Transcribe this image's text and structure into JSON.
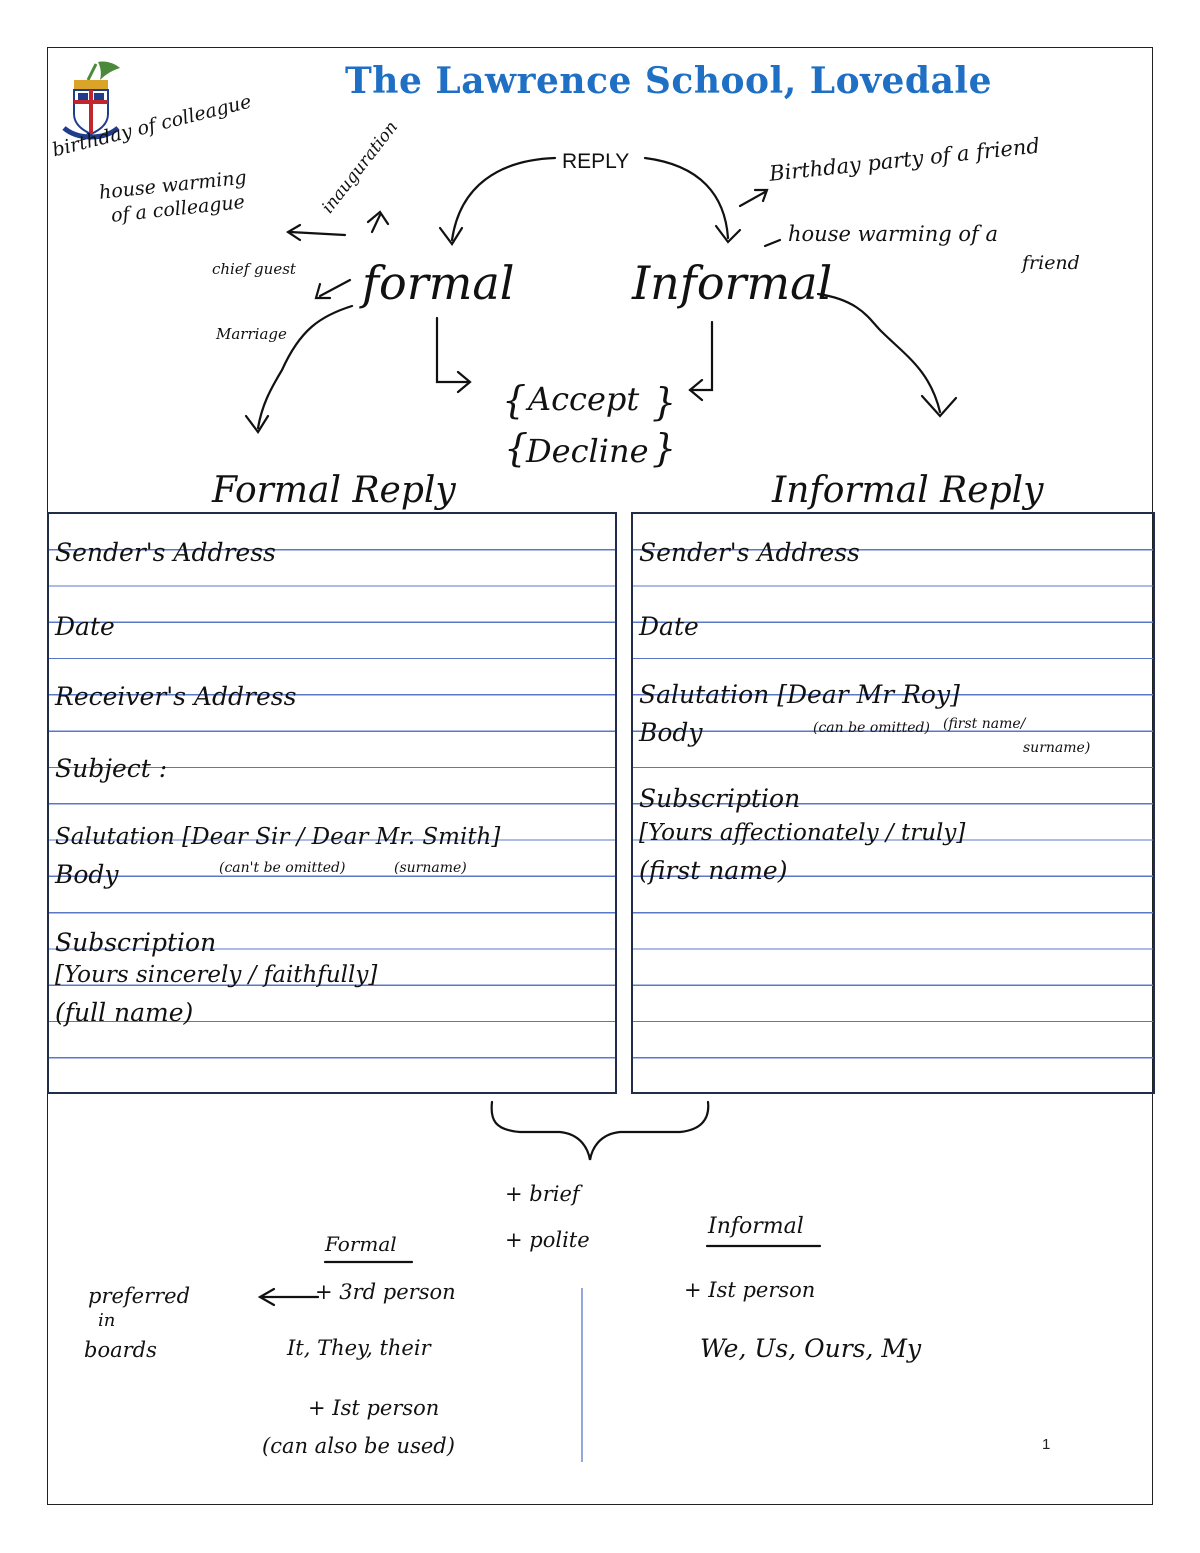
{
  "header": {
    "school_title": "The Lawrence School, Lovedale",
    "crest_icon": "school-crest"
  },
  "mindmap": {
    "center": "REPLY",
    "formal": "formal",
    "informal": "Informal",
    "accept": "Accept",
    "decline": "Decline",
    "formal_occasions": [
      "birthday of colleague",
      "house warming",
      "of a colleague",
      "inauguration",
      "chief guest",
      "Marriage"
    ],
    "informal_occasions": [
      "Birthday party of a friend",
      "house warming of a",
      "friend"
    ]
  },
  "formal_reply": {
    "heading": "Formal Reply",
    "lines": [
      "Sender's Address",
      "Date",
      "Receiver's Address",
      "Subject :",
      "Salutation [Dear Sir / Dear Mr. Smith]",
      "Body",
      "Subscription",
      "[Yours sincerely / faithfully]",
      "(full name)"
    ],
    "notes": [
      "(can't be omitted)",
      "(surname)"
    ]
  },
  "informal_reply": {
    "heading": "Informal Reply",
    "lines": [
      "Sender's Address",
      "Date",
      "Salutation [Dear Mr Roy]",
      "Body",
      "Subscription",
      "[Yours affectionately / truly]",
      "(first name)"
    ],
    "notes": [
      "(can be omitted)",
      "(first name/",
      "surname)"
    ]
  },
  "summary": {
    "common": [
      "+ brief",
      "+ polite"
    ],
    "formal_heading": "Formal",
    "formal_points": [
      "+ 3rd person",
      "It, They, their",
      "+ Ist person",
      "(can also be used)"
    ],
    "side_note": [
      "preferred",
      "in",
      "boards"
    ],
    "informal_heading": "Informal",
    "informal_points": [
      "+ Ist person",
      "We, Us, Ours, My"
    ]
  },
  "footer": {
    "page_number": "1"
  },
  "colors": {
    "title": "#1f6fc4",
    "box_border": "#1f2d4a",
    "ruled_line": "#5b78c8"
  }
}
